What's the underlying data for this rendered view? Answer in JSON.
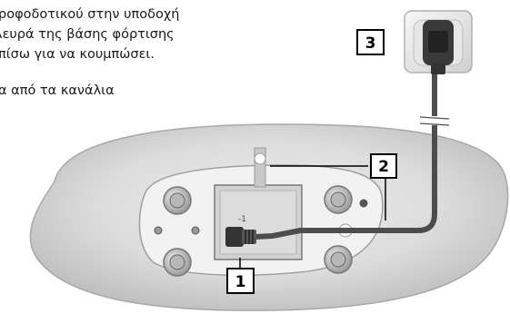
{
  "instructions": {
    "line_1": "ροφοδοτικού στην υποδοχή",
    "line_2": "λευρά της βάσης φόρτισης",
    "line_3": "πίσω για να κουμπώσει.",
    "line_4": "α από τα κανάλια"
  },
  "callouts": {
    "one": "1",
    "two": "2",
    "three": "3"
  },
  "colors": {
    "base_shell": "#d6d6d6",
    "base_plate": "#f2f2f2",
    "cable": "#4d4d4d",
    "callout_border": "#000000"
  }
}
